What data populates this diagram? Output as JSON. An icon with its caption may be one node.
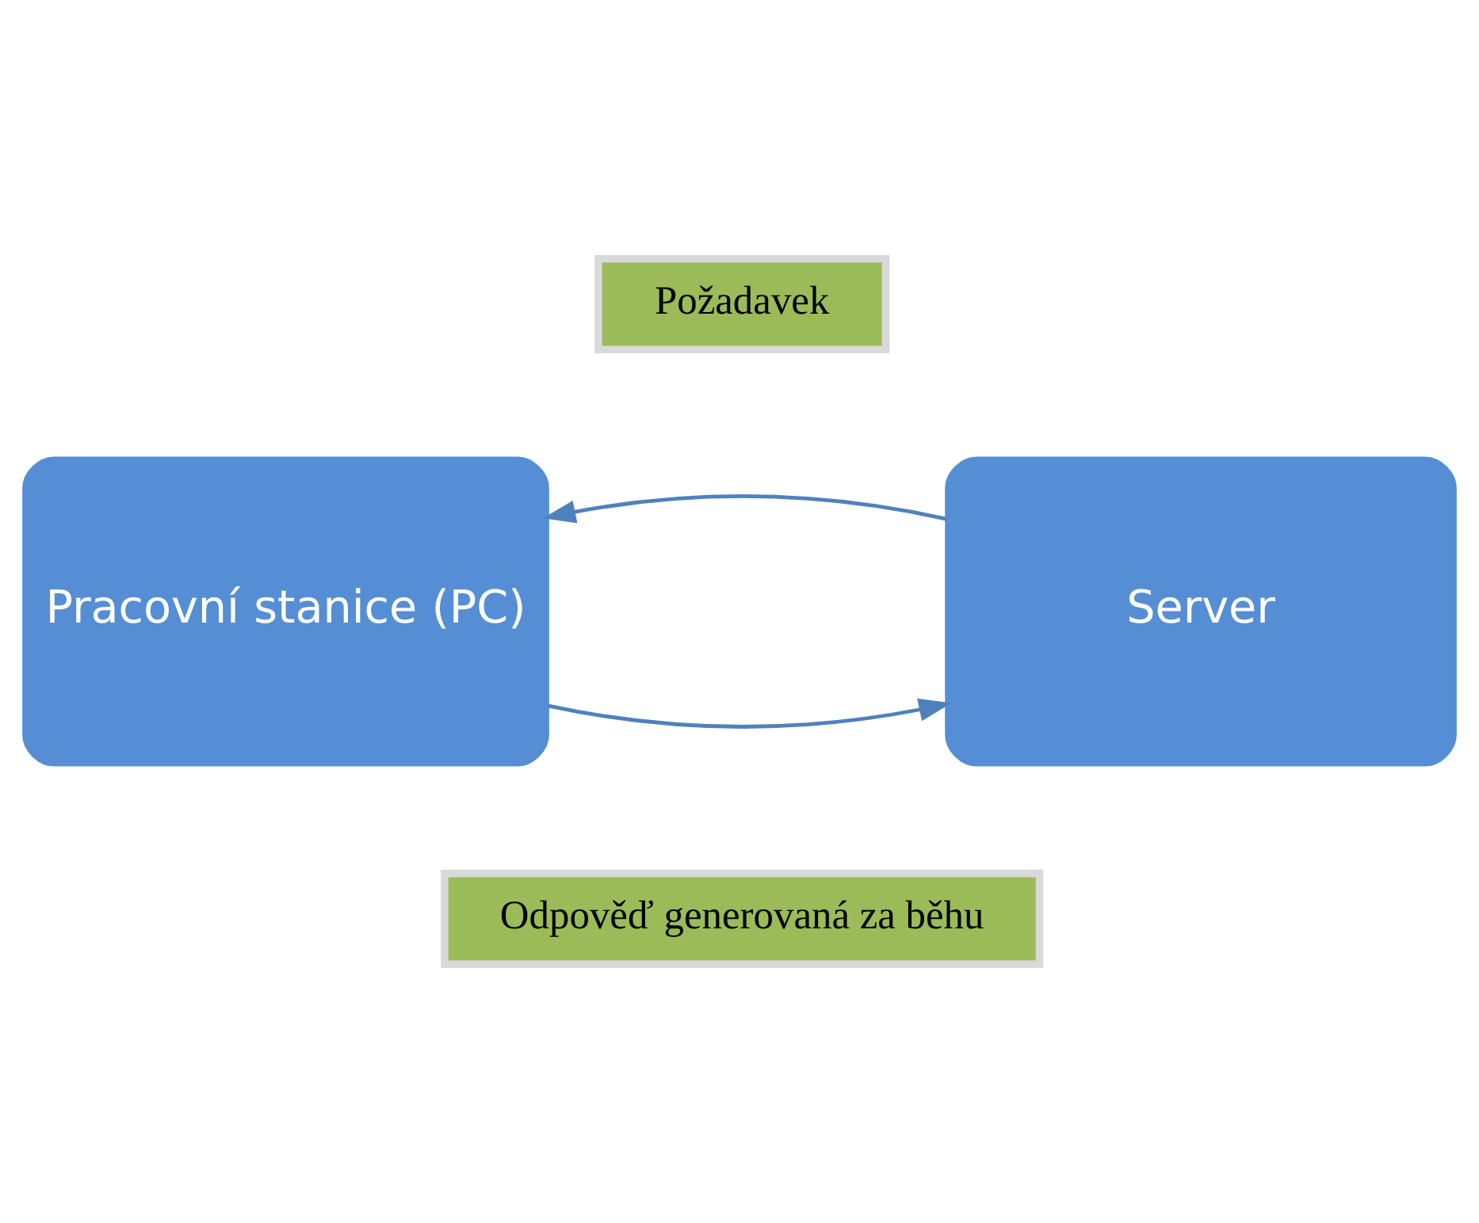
{
  "diagram": {
    "nodes": [
      {
        "text": [
          "Požadavek"
        ]
      },
      {
        "text": [
          "Pracovní stanice (PC)"
        ]
      },
      {
        "text": [
          "Server"
        ]
      },
      {
        "text": [
          "Odpověď generovaná za běhu"
        ]
      }
    ],
    "edges": [
      {
        "from": 1,
        "to": 2,
        "arrow": "to"
      },
      {
        "from": 2,
        "to": 1,
        "arrow": "to"
      }
    ]
  }
}
